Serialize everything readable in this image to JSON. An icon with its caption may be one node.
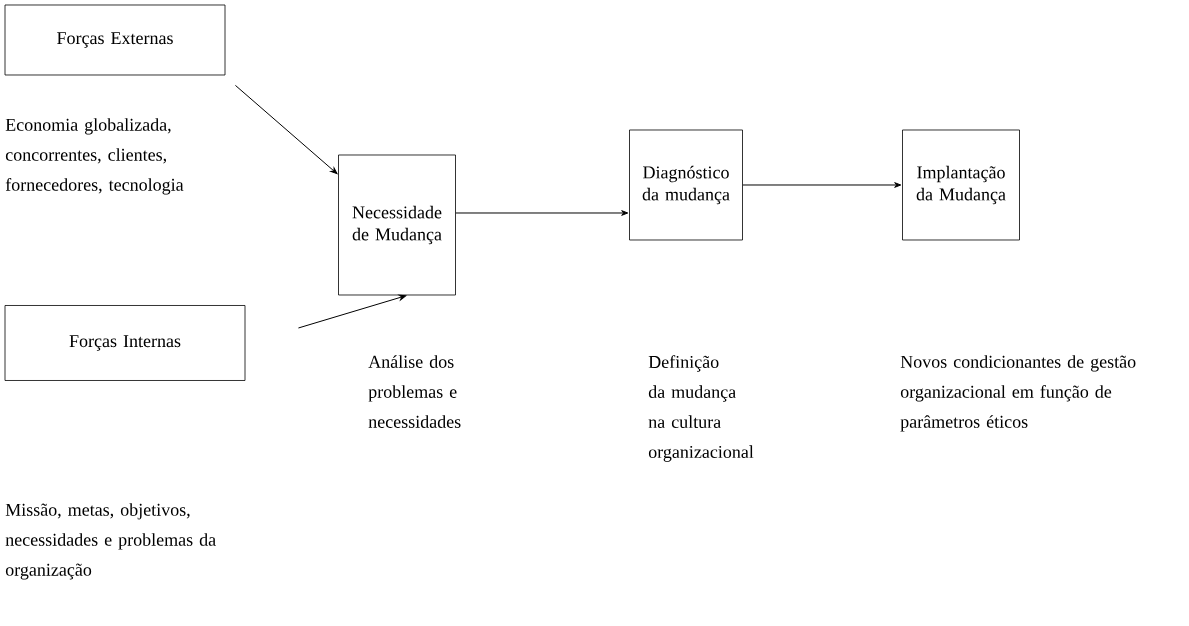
{
  "diagram": {
    "nodes": [
      {
        "text": [
          "Forças Externas"
        ]
      },
      {
        "text": [
          "Forças Internas"
        ]
      },
      {
        "text": [
          "Necessidade de Mudança"
        ]
      },
      {
        "text": [
          "Diagnóstico da mudança"
        ]
      },
      {
        "text": [
          "Implantação da Mudança"
        ]
      }
    ],
    "edges": [
      {
        "from": 0,
        "to": 2,
        "arrow": "to"
      },
      {
        "from": 1,
        "to": 2,
        "arrow": "to"
      },
      {
        "from": 2,
        "to": 3,
        "arrow": "to"
      },
      {
        "from": 3,
        "to": 4,
        "arrow": "to"
      }
    ],
    "labels": [
      "Economia globalizada, concorrentes, clientes, fornecedores, tecnologia",
      "Análise dos problemas e necessidades",
      "Definição da mudança na cultura organizacional",
      "Novos condicionantes de gestão organizacional em função de parâmetros éticos",
      "Missão, metas, objetivos, necessidades e problemas da organização"
    ]
  }
}
